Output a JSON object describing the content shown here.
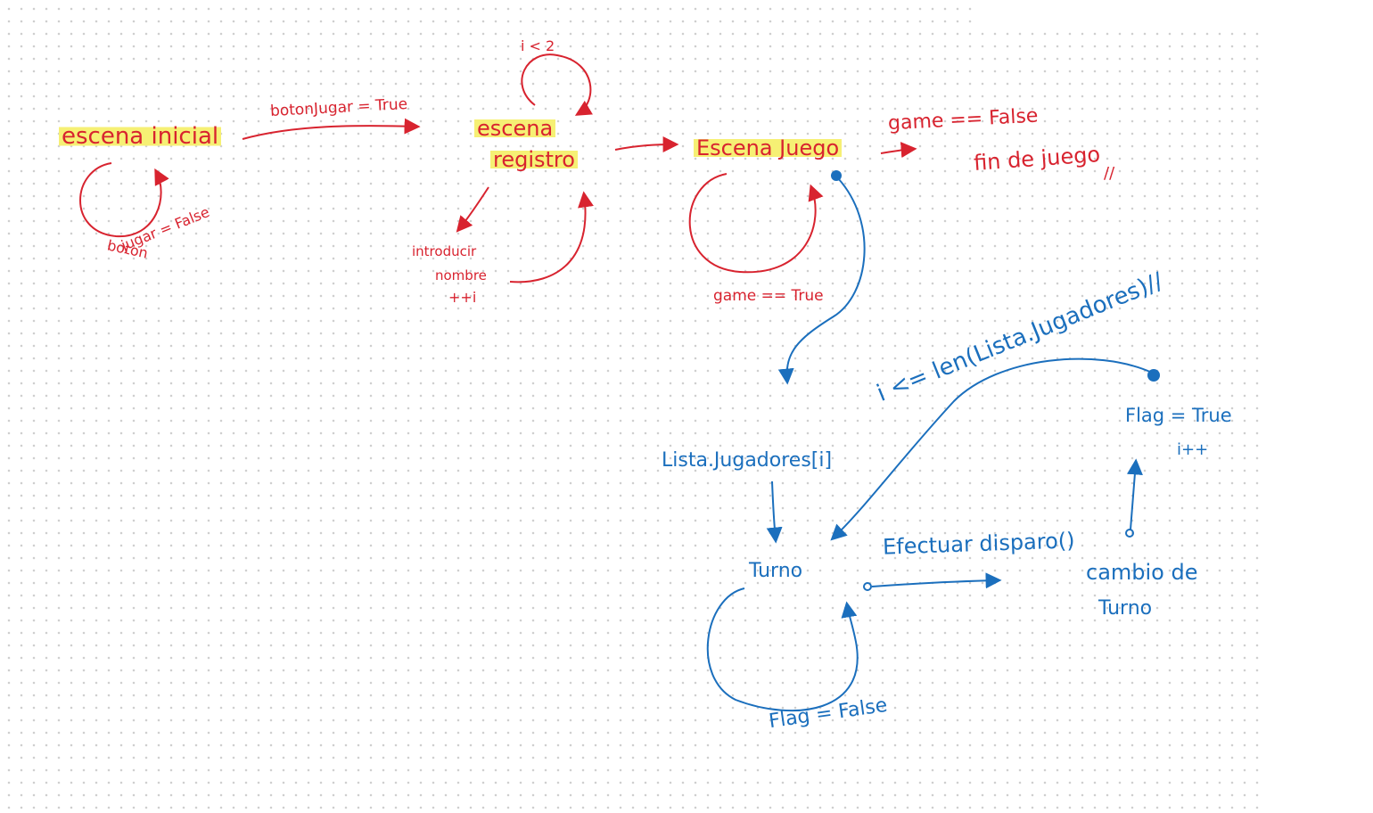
{
  "colors": {
    "red_ink": "#d8232f",
    "blue_ink": "#1b6fbd",
    "highlight": "#f6f074",
    "dot_grid": "#cfcfcf"
  },
  "states": {
    "escena_inicial": "escena inicial",
    "escena_registro_1": "escena",
    "escena_registro_2": "registro",
    "escena_juego": "Escena Juego",
    "fin_juego": "fin de juego",
    "fin_mark": "//",
    "lista_jugadores": "Lista.Jugadores[i]",
    "turno": "Turno",
    "efectuar_disparo": "Efectuar disparo()",
    "cambio_turno_1": "cambio de",
    "cambio_turno_2": "Turno"
  },
  "transitions": {
    "boton_jugar_true": "botonJugar = True",
    "boton_jugar_false_1": "boton",
    "boton_jugar_false_2": "jugar = False",
    "i_lt_2": "i < 2",
    "introducir_1": "introducir",
    "introducir_2": "nombre",
    "introducir_3": "++i",
    "game_true": "game == True",
    "game_false": "game == False",
    "len_condition": "i <= len(Lista.Jugadores)//",
    "flag_true": "Flag = True",
    "i_plus_plus": "i++",
    "flag_false": "Flag = False"
  }
}
